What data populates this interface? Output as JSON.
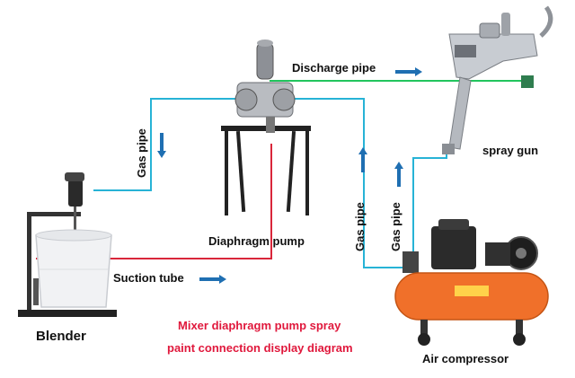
{
  "labels": {
    "discharge_pipe": "Discharge pipe",
    "gas_pipe": "Gas pipe",
    "spray_gun": "spray gun",
    "diaphragm_pump": "Diaphragm pump",
    "suction_tube": "Suction tube",
    "blender": "Blender",
    "air_compressor": "Air compressor"
  },
  "caption": {
    "line1": "Mixer diaphragm pump spray",
    "line2": "paint connection display diagram"
  },
  "colors": {
    "gas_line": "#27b3d6",
    "discharge_line": "#22c55e",
    "suction_line": "#d9263a",
    "arrow": "#1f6fb2",
    "caption": "#e0183c",
    "compressor_tank": "#f0702a"
  }
}
